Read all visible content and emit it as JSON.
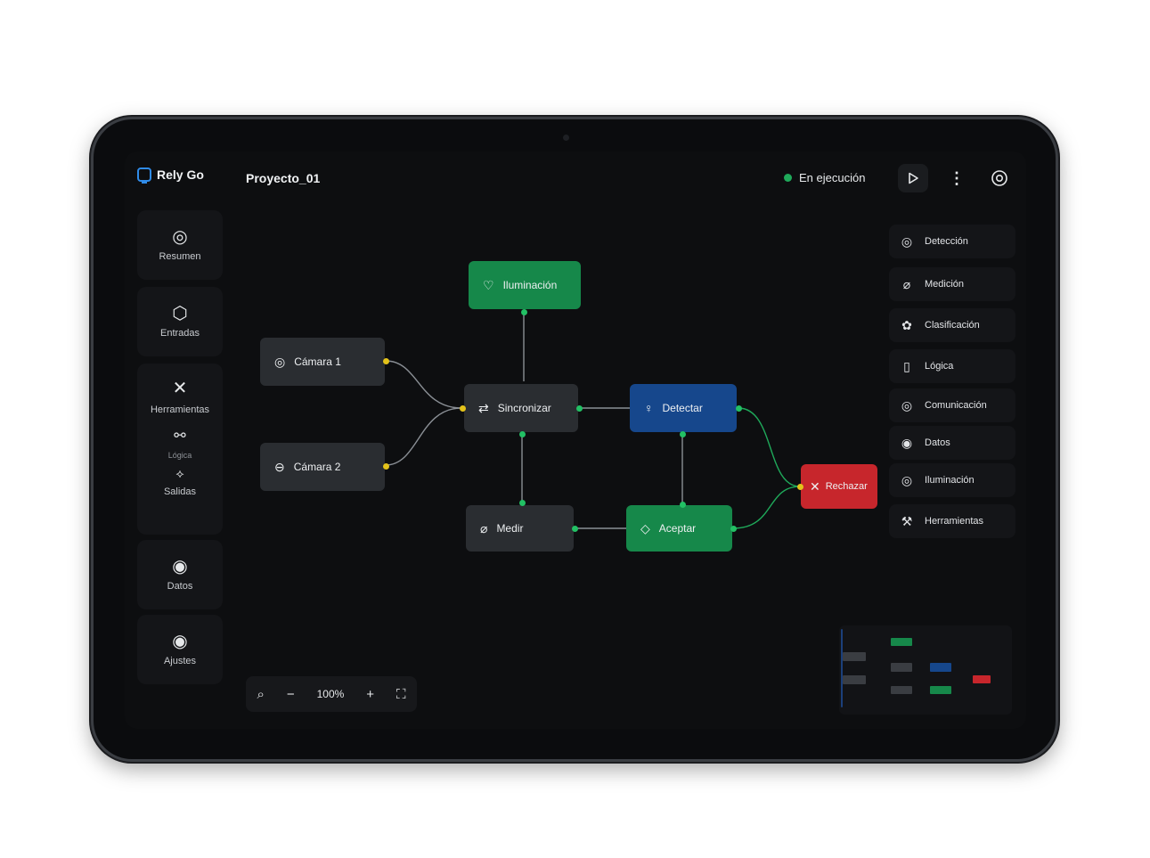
{
  "app": {
    "name": "Rely Go",
    "project": "Proyecto_01"
  },
  "status": {
    "label": "En ejecución",
    "color": "#1fa95a"
  },
  "top_actions": {
    "play_icon": "play-icon",
    "more_icon": "more-vertical-icon",
    "settings_icon": "settings-icon"
  },
  "sidebar": {
    "items": [
      {
        "label": "Resumen",
        "icon": "summary-icon"
      },
      {
        "label": "Entradas",
        "icon": "inputs-icon"
      },
      {
        "label": "Herramientas",
        "icon": "tools-icon"
      },
      {
        "label": "Salidas",
        "icon": "outputs-icon",
        "overlay_text": "Lógica"
      },
      {
        "label": "Datos",
        "icon": "data-icon"
      },
      {
        "label": "Ajustes",
        "icon": "settings-icon"
      }
    ]
  },
  "nodes": {
    "camara1": "Cámara 1",
    "camara2": "Cámara 2",
    "iluminacion": "Iluminación",
    "sincronizar": "Sincronizar",
    "detectar": "Detectar",
    "medir": "Medir",
    "aceptar": "Aceptar",
    "rechazar": "Rechazar"
  },
  "right_panel": {
    "items": [
      {
        "label": "Detección",
        "icon": "detection-icon"
      },
      {
        "label": "Medición",
        "icon": "measure-icon"
      },
      {
        "label": "Clasificación",
        "icon": "classification-icon"
      },
      {
        "label": "Lógica",
        "icon": "logic-icon"
      },
      {
        "label": "Comunicación",
        "icon": "communication-icon"
      },
      {
        "label": "Datos",
        "icon": "data-icon"
      },
      {
        "label": "Iluminación",
        "icon": "lighting-icon"
      },
      {
        "label": "Herramientas",
        "icon": "tools-icon"
      }
    ]
  },
  "zoom": {
    "value": "100%"
  },
  "colors": {
    "accent_green": "#16884a",
    "accent_blue": "#16478c",
    "accent_red": "#c7262c",
    "node_gray": "#2a2d31"
  }
}
